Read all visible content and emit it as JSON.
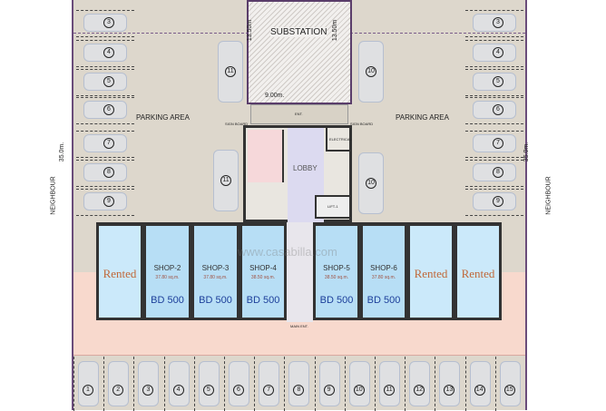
{
  "substation": {
    "label": "SUBSTATION",
    "width_label": "9.00m.",
    "height_label": "13.50m"
  },
  "parking_area_label": "PARKING AREA",
  "side_dimension": "35.0m.",
  "neighbour_label": "NEIGHBOUR",
  "entrance_label": "ENT.",
  "main_entrance_label": "MAIN ENT.",
  "sign_board_label": "SIGN BOARD",
  "lobby_label": "LOBBY",
  "electrical_label": "ELECTRICAL",
  "lift_label": "LIFT-1",
  "watermark": "www.casabilla.com",
  "left_parking": [
    "3",
    "4",
    "5",
    "6",
    "7",
    "8",
    "9"
  ],
  "right_parking": [
    "3",
    "4",
    "5",
    "6",
    "7",
    "8",
    "9"
  ],
  "center_parking": [
    "11",
    "10",
    "11",
    "10"
  ],
  "bottom_parking": [
    "1",
    "2",
    "3",
    "4",
    "5",
    "6",
    "7",
    "8",
    "9",
    "10",
    "11",
    "12",
    "13",
    "14",
    "15"
  ],
  "shops": [
    {
      "status": "Rented"
    },
    {
      "name": "SHOP-2",
      "area": "37.80 sq.m.",
      "price": "BD 500"
    },
    {
      "name": "SHOP-3",
      "area": "37.80 sq.m.",
      "price": "BD 500"
    },
    {
      "name": "SHOP-4",
      "area": "38.50 sq.m.",
      "price": "BD 500"
    },
    {
      "name": "SHOP-5",
      "area": "38.50 sq.m.",
      "price": "BD 500"
    },
    {
      "name": "SHOP-6",
      "area": "37.80 sq.m.",
      "price": "BD 500"
    },
    {
      "status": "Rented"
    },
    {
      "status": "Rented"
    }
  ],
  "colors": {
    "shop": "#b7def5",
    "rented_text": "#c06838",
    "price_text": "#1c3f9a",
    "setback": "#f8d9cd",
    "ground": "#ddd7cc",
    "boundary": "#6a4c7a"
  }
}
